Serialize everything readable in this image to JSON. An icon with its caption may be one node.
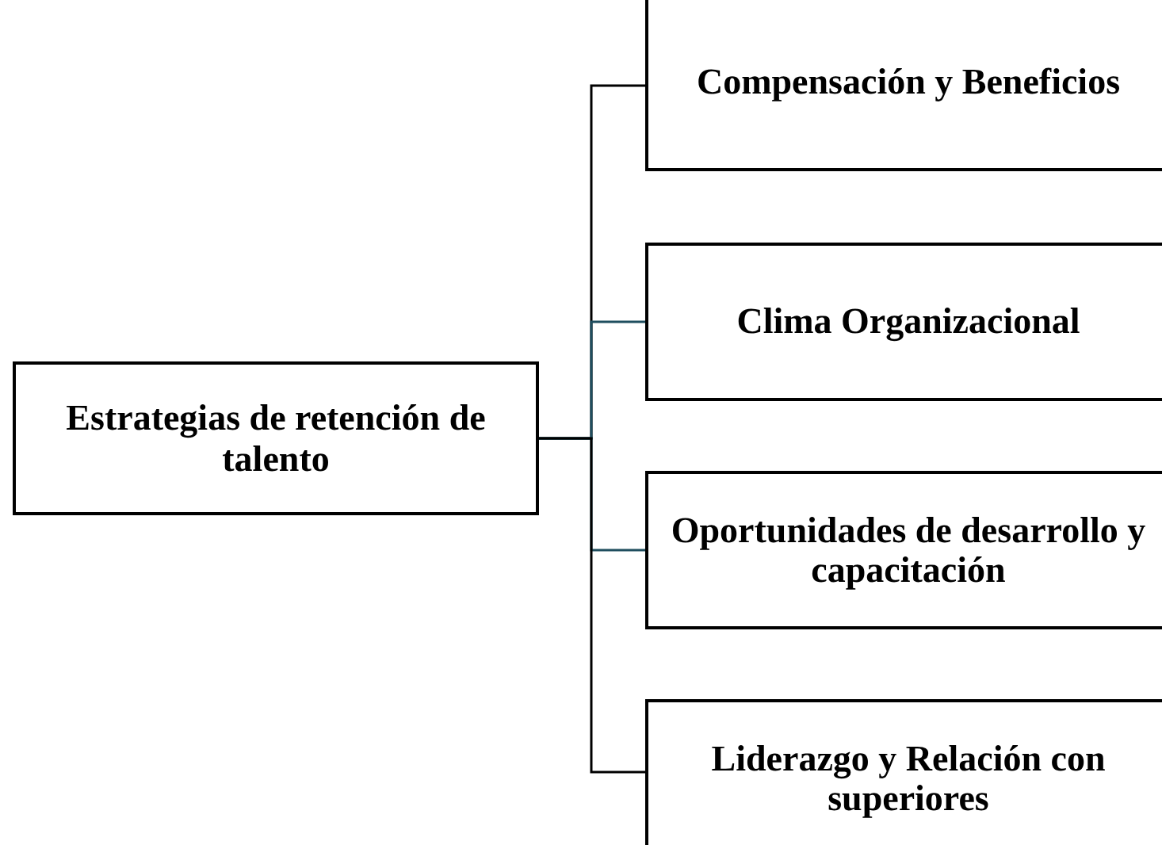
{
  "diagram": {
    "nodes": [
      {
        "text": [
          "Estrategias de retención de talento"
        ]
      },
      {
        "text": [
          "Compensación y Beneficios"
        ]
      },
      {
        "text": [
          "Clima Organizacional"
        ]
      },
      {
        "text": [
          "Oportunidades de desarrollo y capacitación"
        ]
      },
      {
        "text": [
          "Liderazgo y Relación con superiores"
        ]
      }
    ],
    "edges": [
      {
        "from": 0,
        "to": 1,
        "arrow": "none"
      },
      {
        "from": 0,
        "to": 2,
        "arrow": "none",
        "color": "#1f4e5f"
      },
      {
        "from": 0,
        "to": 3,
        "arrow": "none",
        "color": "#1f4e5f"
      },
      {
        "from": 0,
        "to": 4,
        "arrow": "none"
      }
    ]
  }
}
